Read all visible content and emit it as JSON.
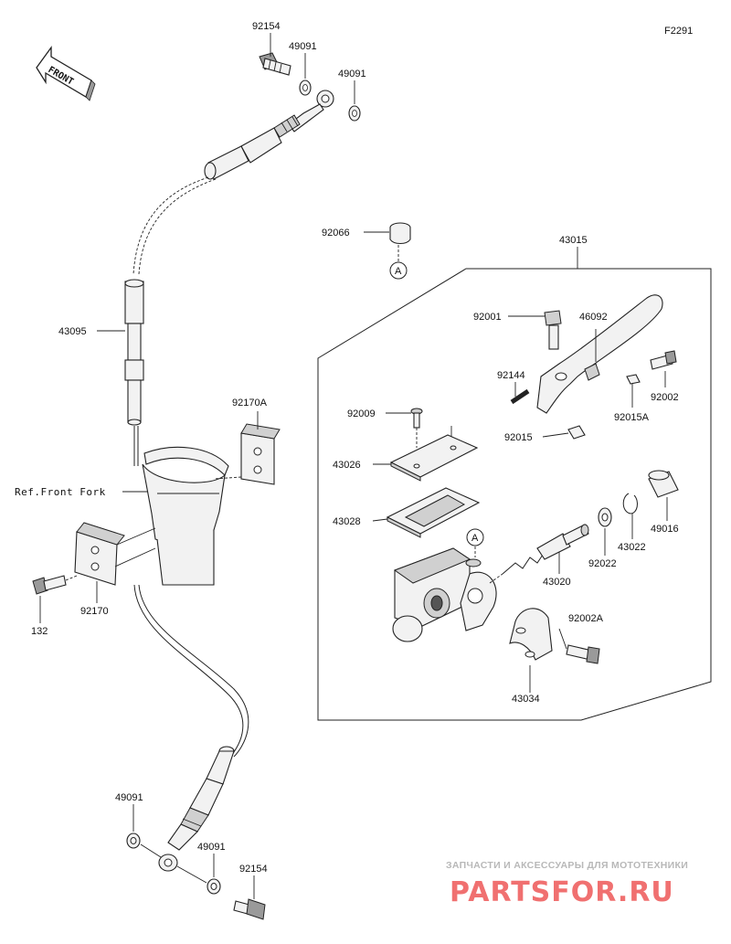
{
  "figure_code": "F2291",
  "front_label": "FRONT",
  "ref_label": "Ref.Front Fork",
  "callout_letter": "A",
  "parts": {
    "p92154_top": "92154",
    "p49091_a": "49091",
    "p49091_b": "49091",
    "p92066": "92066",
    "p43015": "43015",
    "p92001": "92001",
    "p46092": "46092",
    "p92144": "92144",
    "p92002": "92002",
    "p92015A": "92015A",
    "p92015": "92015",
    "p92009": "92009",
    "p43026": "43026",
    "p43028": "43028",
    "p43020": "43020",
    "p92022": "92022",
    "p43022": "43022",
    "p49016": "49016",
    "p92002A": "92002A",
    "p43034": "43034",
    "p43095": "43095",
    "p92170A": "92170A",
    "p92170": "92170",
    "p132": "132",
    "p49091_c": "49091",
    "p49091_d": "49091",
    "p92154_bottom": "92154"
  },
  "watermark": {
    "tagline": "ЗАПЧАСТИ И АКСЕССУАРЫ ДЛЯ МОТОТЕХНИКИ",
    "brand": "PARTSFOR.RU"
  },
  "colors": {
    "line": "#222222",
    "watermark_brand": "#f07070",
    "watermark_tagline": "#b8b8b8"
  }
}
